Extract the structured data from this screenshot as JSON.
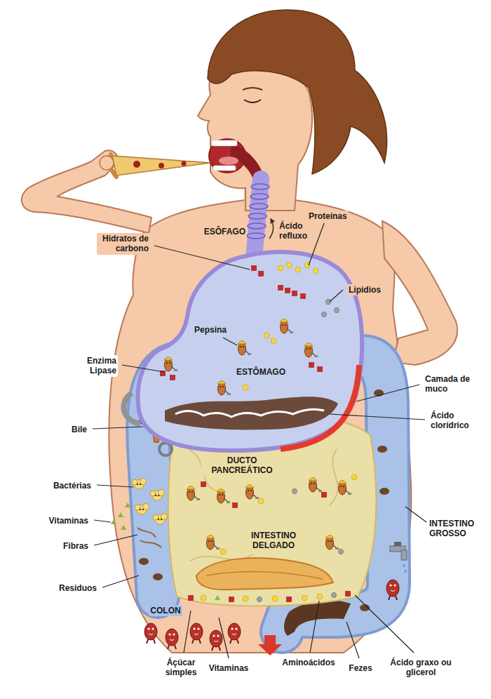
{
  "diagram": {
    "labels": [
      "ESÔFAGO",
      "Ácido refluxo",
      "Proteínas",
      "Hidratos de carbono",
      "Lipidios",
      "Pepsina",
      "Enzima Lipase",
      "ESTÔMAGO",
      "Camada de muco",
      "Ácido clorídrico",
      "Bile",
      "DUCTO PANCREÁTICO",
      "Bactérias",
      "Vitaminas",
      "Fibras",
      "INTESTINO DELGADO",
      "INTESTINO GROSSO",
      "Residuos",
      "COLON",
      "Áçúcar simples",
      "Vitaminas",
      "Aminoácidos",
      "Fezes",
      "Ácido graxo ou glicerol"
    ]
  }
}
